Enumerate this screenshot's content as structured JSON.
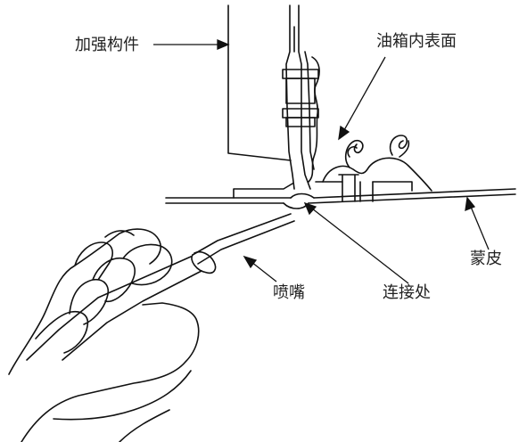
{
  "labels": {
    "reinforcement": "加强构件",
    "tank_inner_surface": "油箱内表面",
    "skin": "蒙皮",
    "nozzle": "喷嘴",
    "joint": "连接处"
  }
}
